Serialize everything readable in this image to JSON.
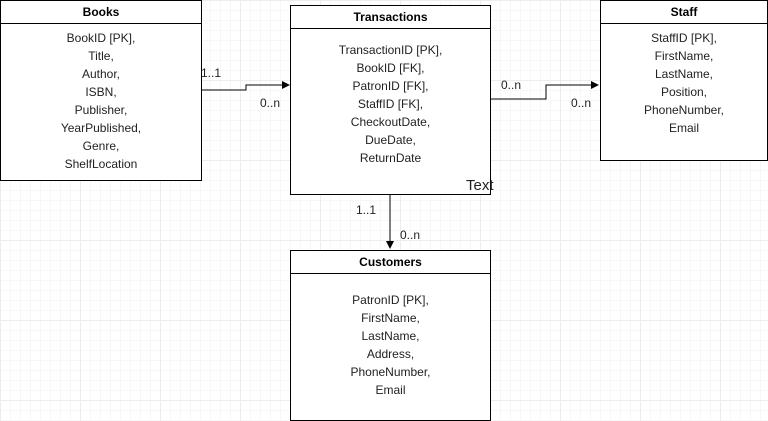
{
  "entities": {
    "books": {
      "title": "Books",
      "attributes": [
        "BookID [PK],",
        "Title,",
        "Author,",
        "ISBN,",
        "Publisher,",
        "YearPublished,",
        "Genre,",
        "ShelfLocation"
      ]
    },
    "transactions": {
      "title": "Transactions",
      "attributes": [
        "TransactionID [PK],",
        "BookID [FK],",
        "PatronID [FK],",
        "StaffID [FK],",
        "CheckoutDate,",
        "DueDate,",
        "ReturnDate"
      ]
    },
    "staff": {
      "title": "Staff",
      "attributes": [
        "StaffID [PK],",
        "FirstName,",
        "LastName,",
        "Position,",
        "PhoneNumber,",
        "Email"
      ]
    },
    "customers": {
      "title": "Customers",
      "attributes": [
        "PatronID [PK],",
        "FirstName,",
        "LastName,",
        "Address,",
        "PhoneNumber,",
        "Email"
      ]
    }
  },
  "relationships": {
    "books_transactions": {
      "from_card": "1..1",
      "to_card": "0..n"
    },
    "transactions_staff": {
      "from_card": "0..n",
      "to_card": "0..n"
    },
    "transactions_customers": {
      "from_card": "1..1",
      "to_card": "0..n"
    }
  },
  "stray_text": "Text"
}
